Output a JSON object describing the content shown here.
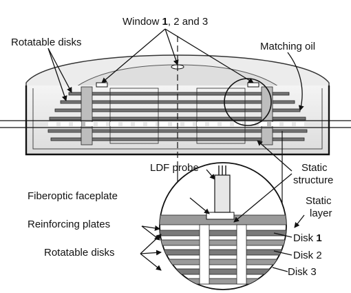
{
  "labels": {
    "window_prefix": "Window ",
    "window_n1": "1",
    "window_suffix": ", 2 and 3",
    "rotatable_disks_top": "Rotatable disks",
    "matching_oil": "Matching oil",
    "ldf_probe": "LDF probe",
    "static_structure_line1": "Static",
    "static_structure_line2": "structure",
    "fiberoptic_faceplate": "Fiberoptic faceplate",
    "static_layer_line1": "Static",
    "static_layer_line2": "layer",
    "reinforcing_plates": "Reinforcing plates",
    "rotatable_disks_bottom": "Rotatable disks",
    "disk1_prefix": "Disk ",
    "disk1_num": "1",
    "disk2": "Disk 2",
    "disk3": "Disk 3"
  }
}
